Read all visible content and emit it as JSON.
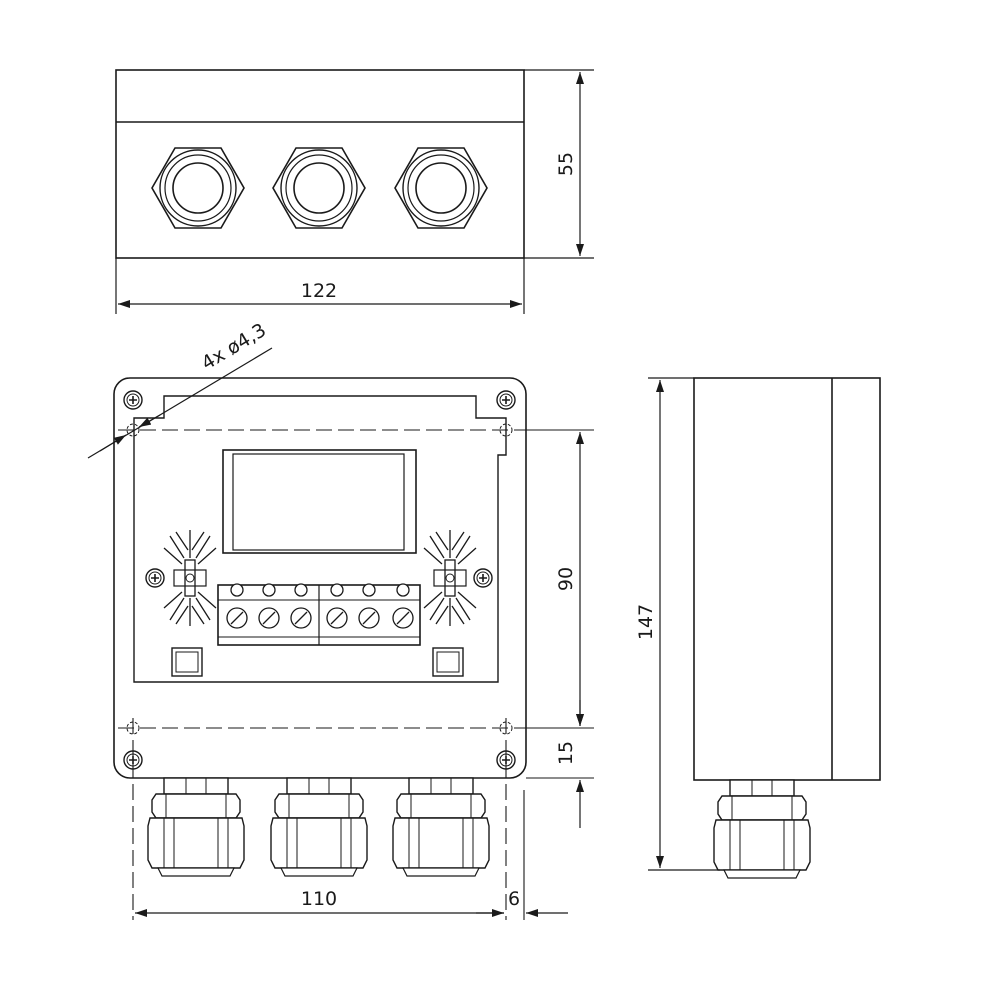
{
  "drawing": {
    "dimensions": {
      "top_view_height": "55",
      "top_view_width": "122",
      "mounting_holes": "4x ø4,3",
      "hole_spacing_vertical": "90",
      "bottom_offset": "15",
      "overall_height": "147",
      "hole_spacing_horizontal": "110",
      "edge_offset": "6"
    },
    "colors": {
      "line": "#1a1a1a",
      "background": "#ffffff"
    }
  }
}
